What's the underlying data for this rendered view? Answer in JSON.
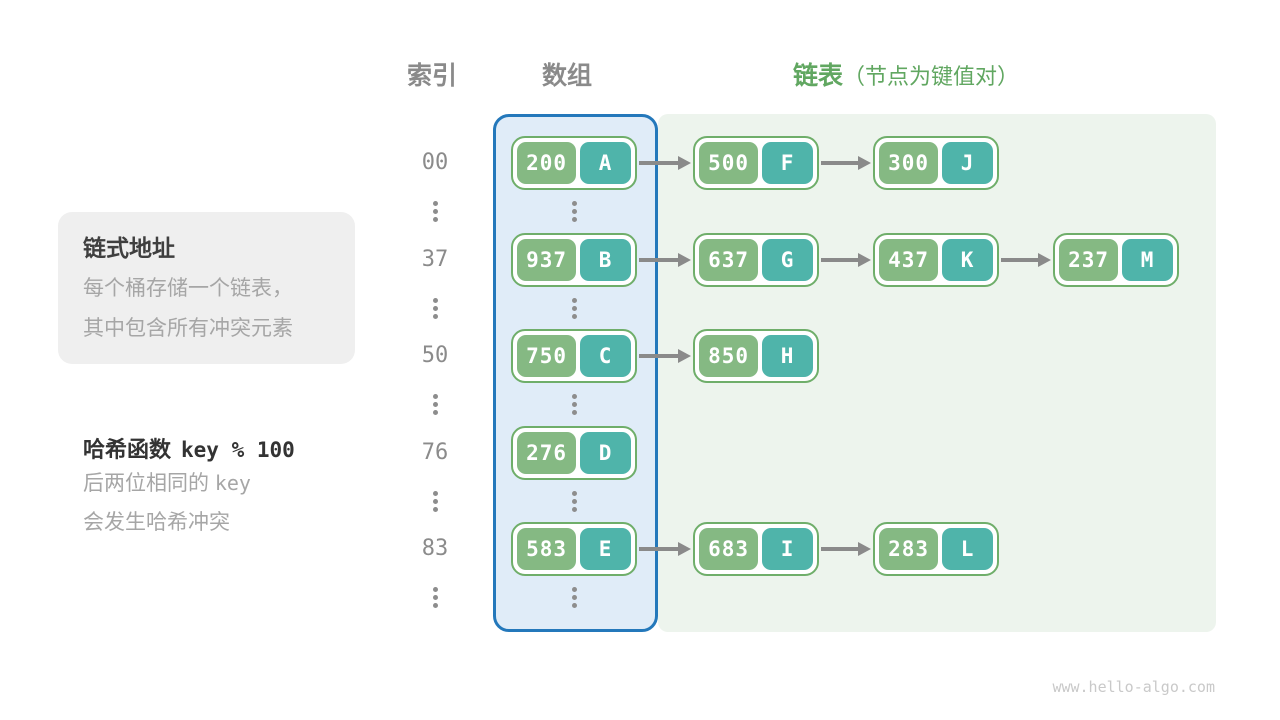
{
  "colors": {
    "accent_blue": "#2478bb",
    "array_fill": "#e0ecf8",
    "list_fill": "#edf4ed",
    "node_border": "#6fae6a",
    "key_fill": "#85b983",
    "value_fill": "#4fb4aa",
    "green_text": "#61a761",
    "gray_text": "#8a8a8a",
    "muted_text": "#a6a6a6",
    "dark_text": "#3f3f3f",
    "callout_fill": "#efefef",
    "watermark_text": "#c9c9c9"
  },
  "headers": {
    "index": "索引",
    "array": "数组",
    "list": "链表",
    "list_note": "（节点为键值对）"
  },
  "callout": {
    "title": "链式地址",
    "line1": "每个桶存储一个链表，",
    "line2": "其中包含所有冲突元素"
  },
  "hash_note": {
    "label": "哈希函数",
    "formula": "key % 100",
    "line2_text": "后两位相同的",
    "line2_code": "key",
    "line3": "会发生哈希冲突"
  },
  "diagram": {
    "rows": [
      {
        "index": "00",
        "nodes": [
          {
            "key": "200",
            "value": "A"
          },
          {
            "key": "500",
            "value": "F"
          },
          {
            "key": "300",
            "value": "J"
          }
        ]
      },
      {
        "index": "37",
        "nodes": [
          {
            "key": "937",
            "value": "B"
          },
          {
            "key": "637",
            "value": "G"
          },
          {
            "key": "437",
            "value": "K"
          },
          {
            "key": "237",
            "value": "M"
          }
        ]
      },
      {
        "index": "50",
        "nodes": [
          {
            "key": "750",
            "value": "C"
          },
          {
            "key": "850",
            "value": "H"
          }
        ]
      },
      {
        "index": "76",
        "nodes": [
          {
            "key": "276",
            "value": "D"
          }
        ]
      },
      {
        "index": "83",
        "nodes": [
          {
            "key": "583",
            "value": "E"
          },
          {
            "key": "683",
            "value": "I"
          },
          {
            "key": "283",
            "value": "L"
          }
        ]
      }
    ]
  },
  "watermark": "www.hello-algo.com"
}
